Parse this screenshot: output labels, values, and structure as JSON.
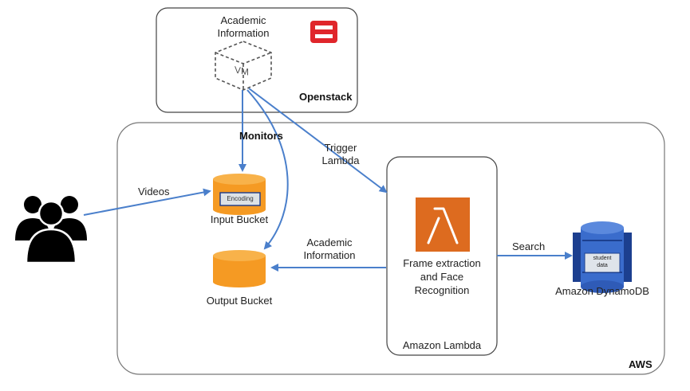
{
  "openstack_box": {
    "vm_title_line1": "Academic",
    "vm_title_line2": "Information",
    "vm_label": "VM",
    "label": "Openstack",
    "logo_color": "#e0262b"
  },
  "aws_box": {
    "label": "AWS"
  },
  "users": {
    "icon": "users-group-icon",
    "videos_label": "Videos"
  },
  "input_bucket": {
    "label": "Input Bucket",
    "tag": "Encoding",
    "color": "#f59a23"
  },
  "output_bucket": {
    "label": "Output Bucket",
    "color": "#f59a23"
  },
  "edges": {
    "monitors": "Monitors",
    "trigger_line1": "Trigger",
    "trigger_line2": "Lambda",
    "academic_line1": "Academic",
    "academic_line2": "Information",
    "search": "Search",
    "color": "#4a7fcb"
  },
  "lambda": {
    "desc_line1": "Frame extraction",
    "desc_line2": "and Face",
    "desc_line3": "Recognition",
    "label": "Amazon Lambda",
    "color": "#dd6b1f"
  },
  "dynamodb": {
    "label": "Amazon DynamoDB",
    "tag_line1": "student",
    "tag_line2": "data",
    "color": "#2f5bb7"
  }
}
